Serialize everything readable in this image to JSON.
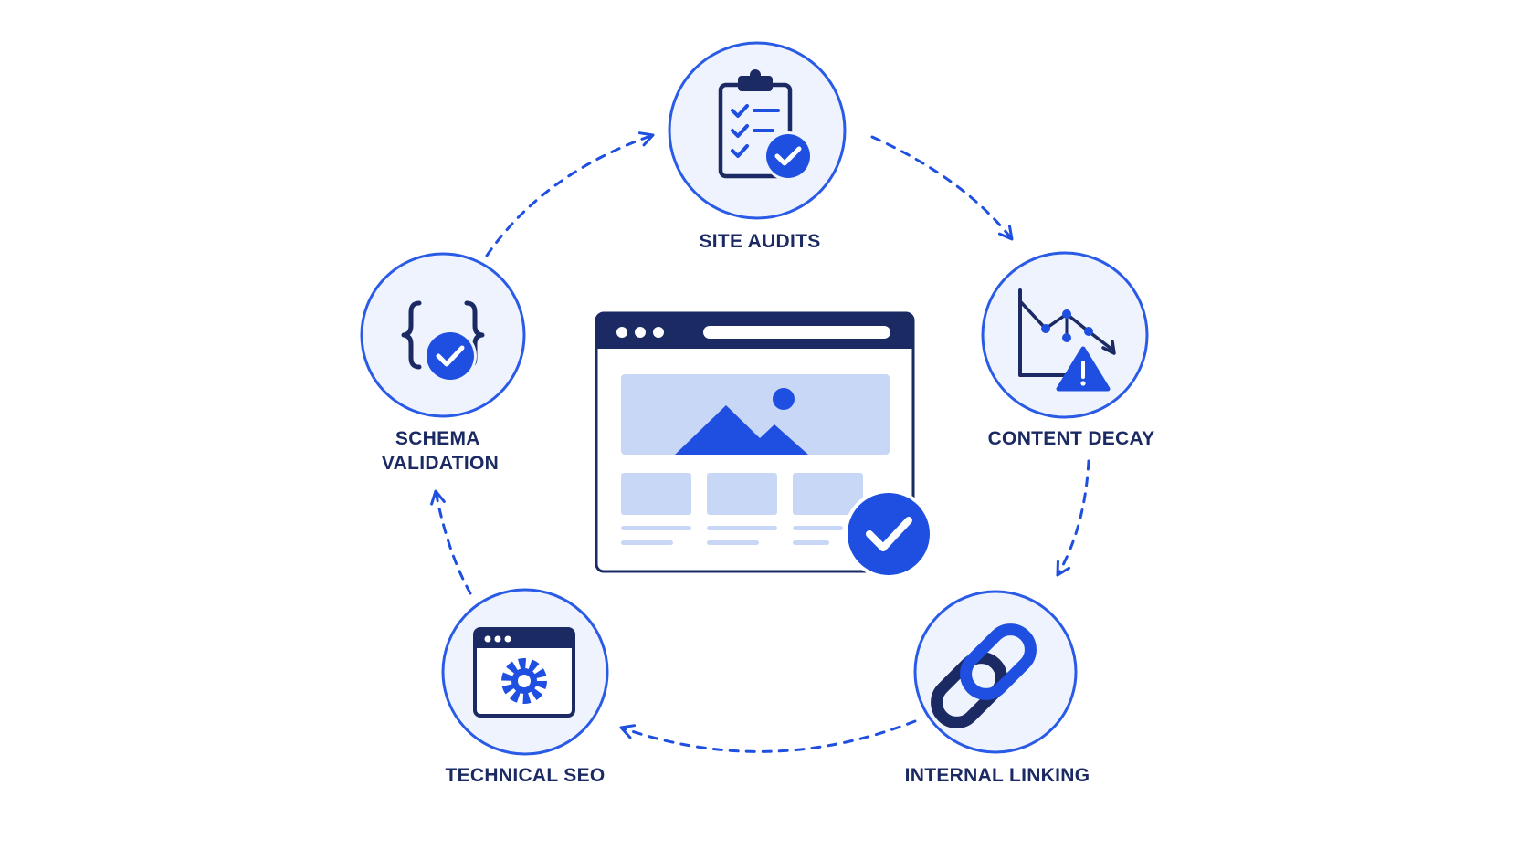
{
  "colors": {
    "background": "#ffffff",
    "primary_blue": "#1f4fe0",
    "navy": "#1b2a63",
    "node_fill": "#eef3fd",
    "node_stroke": "#2a5be6",
    "light_block": "#c9d7f7"
  },
  "cycle": {
    "direction": "clockwise",
    "nodes": [
      {
        "id": "site-audits",
        "label_lines": [
          "SITE AUDITS"
        ],
        "icon": "clipboard-checklist-icon"
      },
      {
        "id": "content-decay",
        "label_lines": [
          "CONTENT DECAY"
        ],
        "icon": "declining-chart-warning-icon"
      },
      {
        "id": "internal-linking",
        "label_lines": [
          "INTERNAL LINKING"
        ],
        "icon": "chain-link-icon"
      },
      {
        "id": "technical-seo",
        "label_lines": [
          "TECHNICAL SEO"
        ],
        "icon": "browser-gear-icon"
      },
      {
        "id": "schema-validation",
        "label_lines": [
          "SCHEMA",
          "VALIDATION"
        ],
        "icon": "curly-braces-check-icon"
      }
    ]
  },
  "center": {
    "icon": "browser-window-check-icon"
  }
}
